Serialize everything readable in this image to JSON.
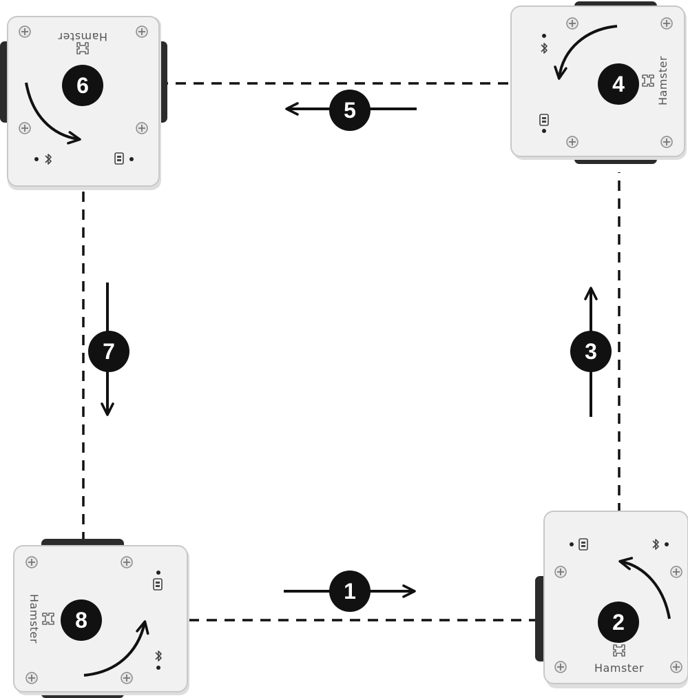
{
  "robot": {
    "brand": "Hamster"
  },
  "steps": {
    "s1": "1",
    "s2": "2",
    "s3": "3",
    "s4": "4",
    "s5": "5",
    "s6": "6",
    "s7": "7",
    "s8": "8"
  },
  "icons": {
    "robot_logo": "hamster-logo-icon",
    "bluetooth": "bluetooth-icon",
    "battery": "battery-icon",
    "screw": "screw-icon",
    "wheel": "wheel-icon"
  },
  "colors": {
    "robot_body": "#f1f1f1",
    "robot_edge": "#c8c8c8",
    "wheel": "#2b2b2b",
    "path_line": "#111111",
    "step_badge": "#111111",
    "step_text": "#ffffff"
  }
}
